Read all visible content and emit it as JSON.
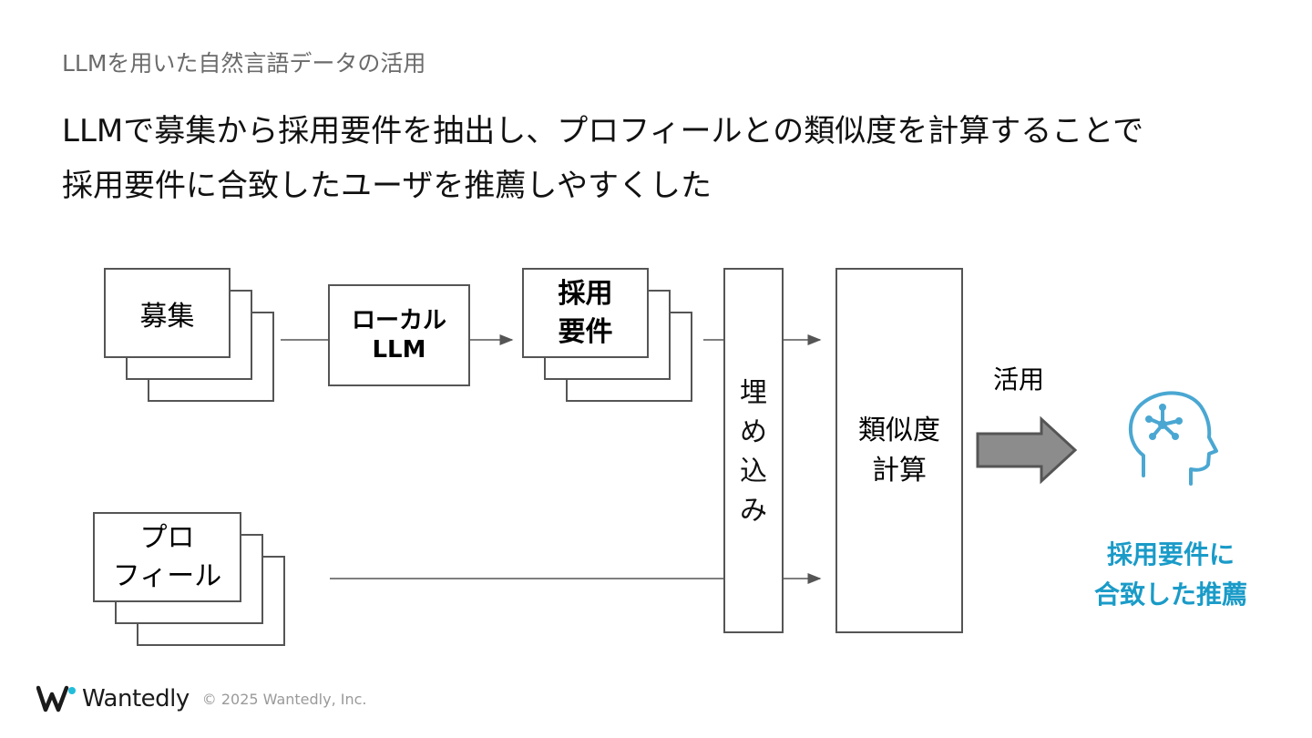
{
  "header": {
    "subtitle": "LLMを用いた自然言語データの活用",
    "headline_line1": "LLMで募集から採用要件を抽出し、プロフィールとの類似度を計算することで",
    "headline_line2": "採用要件に合致したユーザを推薦しやすくした"
  },
  "diagram": {
    "recruitment_label": "募集",
    "local_llm_label": "ローカル\nLLM",
    "requirements_label": "採用\n要件",
    "profile_label": "プロ\nフィール",
    "embedding_chars": [
      "埋",
      "め",
      "込",
      "み"
    ],
    "similarity_label": "類似度\n計算",
    "usage_label": "活用",
    "result_label": "採用要件に\n合致した推薦"
  },
  "colors": {
    "accent": "#1a9bc8",
    "icon": "#4aa7d2",
    "stroke": "#555555",
    "arrow_fill": "#8c8c8c"
  },
  "footer": {
    "brand": "Wantedly",
    "copyright": "© 2025 Wantedly, Inc."
  }
}
